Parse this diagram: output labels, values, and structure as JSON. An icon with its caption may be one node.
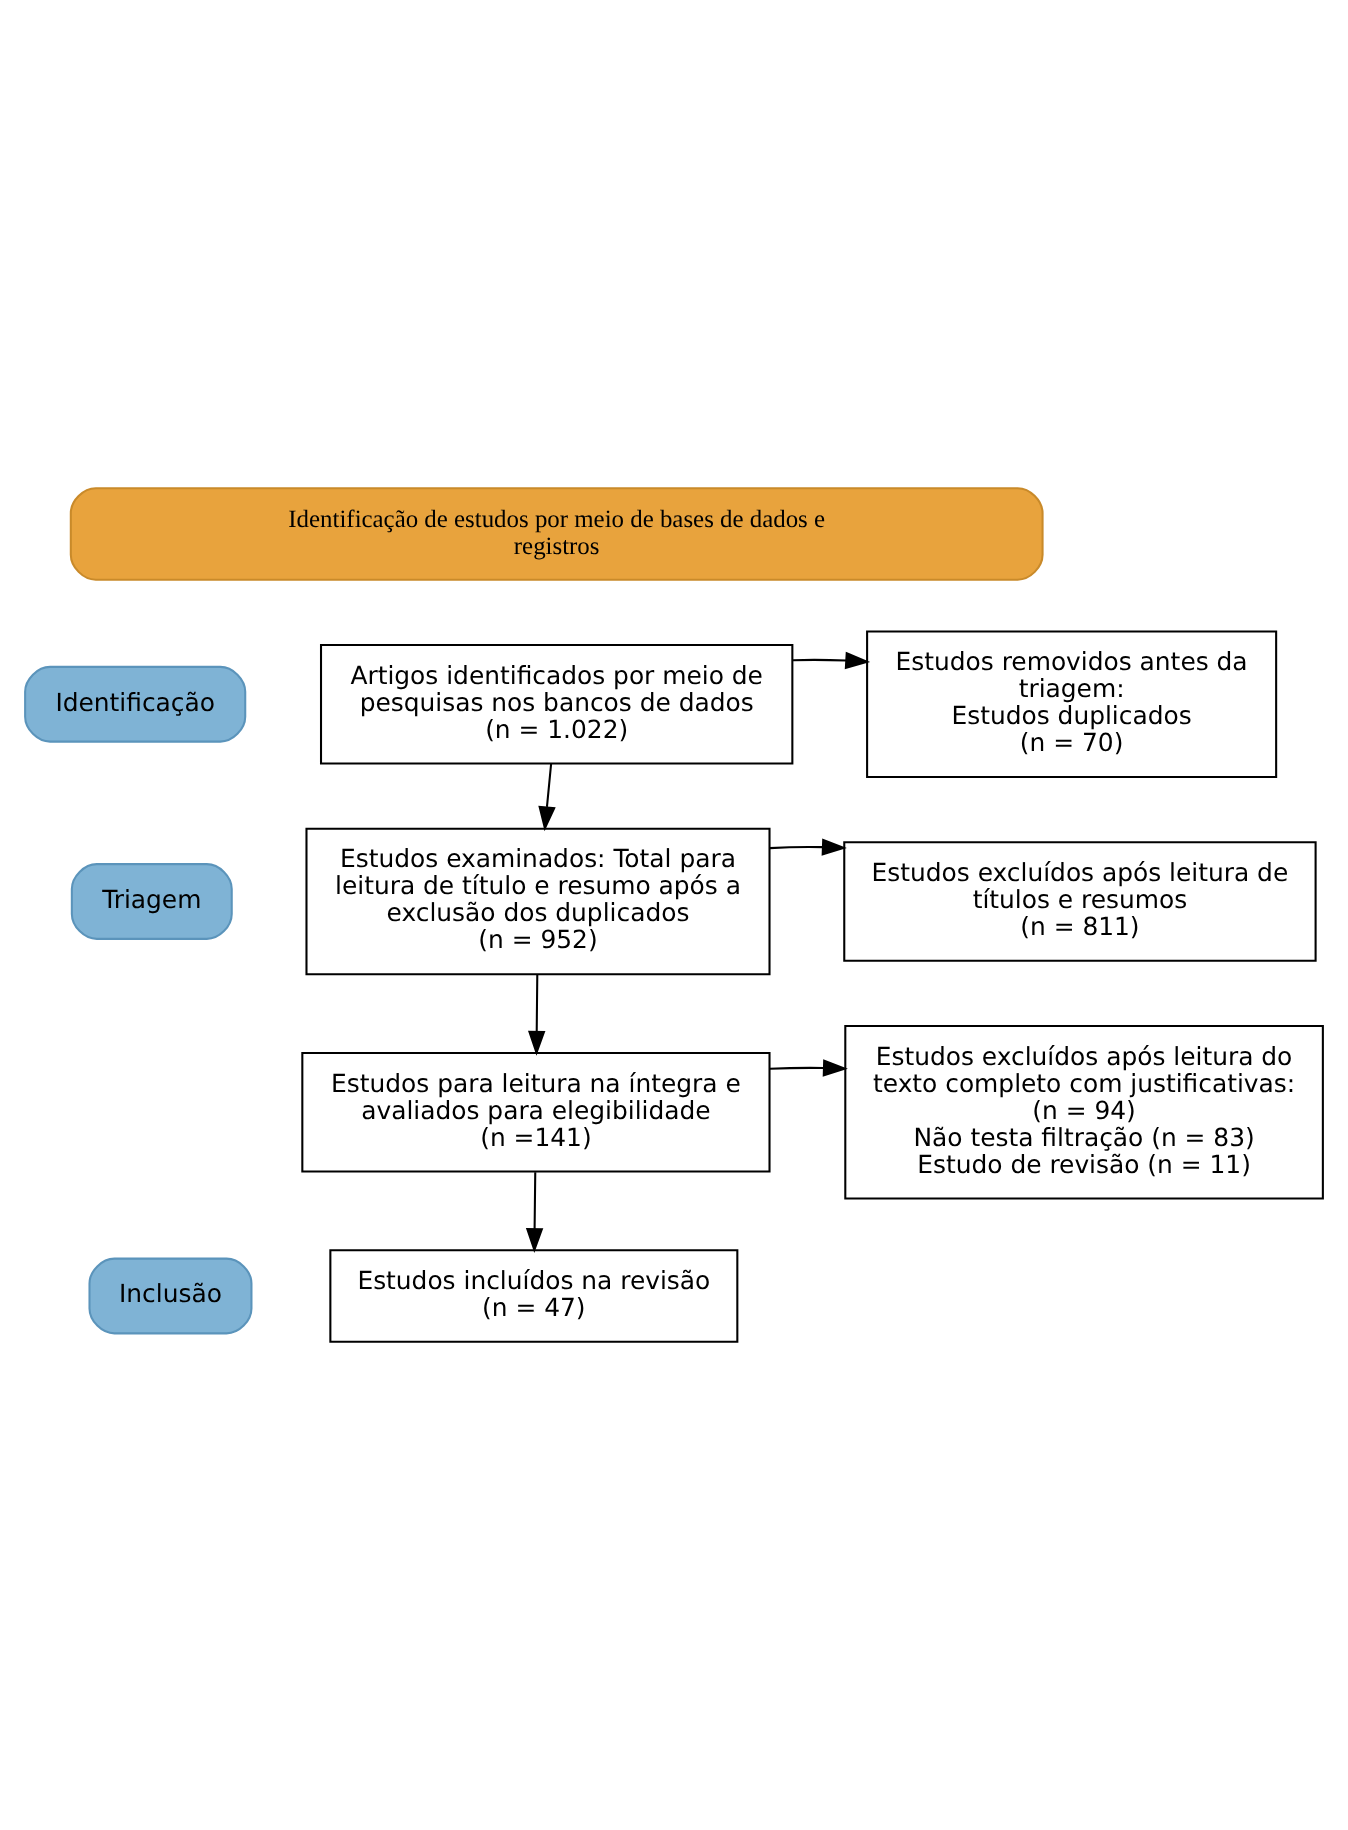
{
  "diagram": {
    "nodes": [
      {
        "text": [
          "Identificação de estudos por meio de bases de dados e registros"
        ]
      },
      {
        "text": [
          "Identificação"
        ]
      },
      {
        "text": [
          "Artigos identificados por meio de pesquisas nos bancos de dados",
          "(n = 1.022)"
        ]
      },
      {
        "text": [
          "Estudos removidos antes da triagem:",
          "Estudos duplicados",
          "(n = 70)"
        ]
      },
      {
        "text": [
          "Triagem"
        ]
      },
      {
        "text": [
          "Estudos examinados: Total para leitura de título e resumo após a exclusão dos duplicados",
          "(n = 952)"
        ]
      },
      {
        "text": [
          "Estudos excluídos após leitura de títulos e resumos",
          "(n = 811)"
        ]
      },
      {
        "text": [
          "Estudos para leitura na íntegra e avaliados para elegibilidade",
          "(n =141)"
        ]
      },
      {
        "text": [
          "Estudos excluídos após leitura do texto completo com justificativas:",
          "(n = 94)",
          "Não testa filtração (n = 83)",
          "Estudo de revisão (n = 11)"
        ]
      },
      {
        "text": [
          "Inclusão"
        ]
      },
      {
        "text": [
          "Estudos incluídos na revisão",
          "(n = 47)"
        ]
      }
    ],
    "edges": [
      {
        "from": 2,
        "to": 3,
        "arrow": "to"
      },
      {
        "from": 2,
        "to": 5,
        "arrow": "to"
      },
      {
        "from": 5,
        "to": 6,
        "arrow": "to"
      },
      {
        "from": 5,
        "to": 7,
        "arrow": "to"
      },
      {
        "from": 7,
        "to": 8,
        "arrow": "to"
      },
      {
        "from": 7,
        "to": 10,
        "arrow": "to"
      }
    ]
  }
}
